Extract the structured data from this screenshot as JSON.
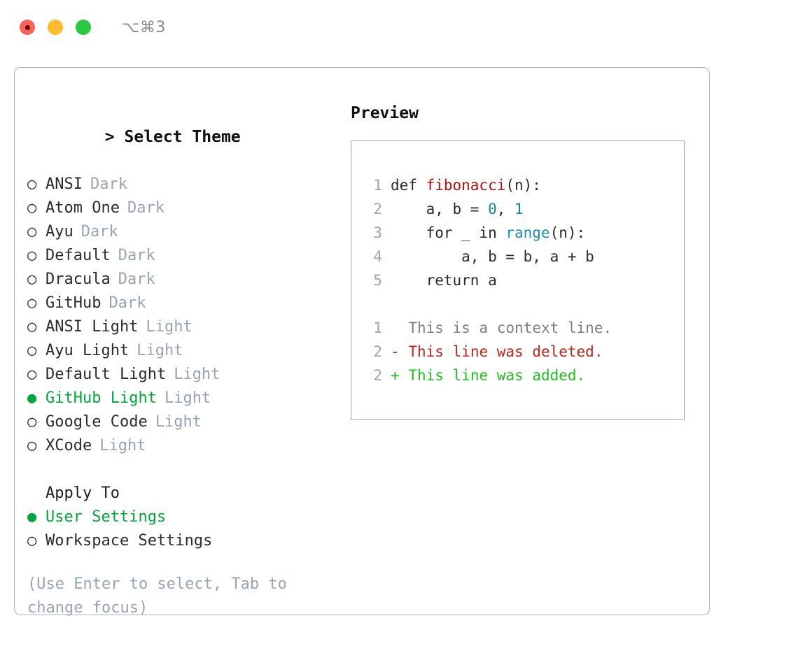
{
  "titlebar": {
    "shortcut": "⌥⌘3",
    "buttons": [
      {
        "name": "close",
        "color": "#ff6058"
      },
      {
        "name": "minimize",
        "color": "#ffbd2e"
      },
      {
        "name": "zoom",
        "color": "#28c840"
      }
    ]
  },
  "theme_picker": {
    "prompt_marker": ">",
    "title": "Select Theme",
    "unselected_marker": "○",
    "selected_marker": "●",
    "items": [
      {
        "marker": "○",
        "label": "ANSI",
        "kind": "Dark",
        "selected": false
      },
      {
        "marker": "○",
        "label": "Atom One",
        "kind": "Dark",
        "selected": false
      },
      {
        "marker": "○",
        "label": "Ayu",
        "kind": "Dark",
        "selected": false
      },
      {
        "marker": "○",
        "label": "Default",
        "kind": "Dark",
        "selected": false
      },
      {
        "marker": "○",
        "label": "Dracula",
        "kind": "Dark",
        "selected": false
      },
      {
        "marker": "○",
        "label": "GitHub",
        "kind": "Dark",
        "selected": false
      },
      {
        "marker": "○",
        "label": "ANSI Light",
        "kind": "Light",
        "selected": false
      },
      {
        "marker": "○",
        "label": "Ayu Light",
        "kind": "Light",
        "selected": false
      },
      {
        "marker": "○",
        "label": "Default Light",
        "kind": "Light",
        "selected": false
      },
      {
        "marker": "●",
        "label": "GitHub Light",
        "kind": "Light",
        "selected": true
      },
      {
        "marker": "○",
        "label": "Google Code",
        "kind": "Light",
        "selected": false
      },
      {
        "marker": "○",
        "label": "XCode",
        "kind": "Light",
        "selected": false
      }
    ]
  },
  "apply_to": {
    "title": "Apply To",
    "items": [
      {
        "marker": "●",
        "label": "User Settings",
        "selected": true
      },
      {
        "marker": "○",
        "label": "Workspace Settings",
        "selected": false
      }
    ]
  },
  "hint": "(Use Enter to select, Tab to change focus)",
  "preview": {
    "title": "Preview",
    "code_lines": [
      {
        "num": "1",
        "segments": [
          {
            "text": "def ",
            "token": "plain"
          },
          {
            "text": "fibonacci",
            "token": "function"
          },
          {
            "text": "(n):",
            "token": "plain"
          }
        ]
      },
      {
        "num": "2",
        "segments": [
          {
            "text": "    a, b = ",
            "token": "plain"
          },
          {
            "text": "0",
            "token": "number"
          },
          {
            "text": ", ",
            "token": "plain"
          },
          {
            "text": "1",
            "token": "number"
          }
        ]
      },
      {
        "num": "3",
        "segments": [
          {
            "text": "    for _ in ",
            "token": "plain"
          },
          {
            "text": "range",
            "token": "call"
          },
          {
            "text": "(n):",
            "token": "plain"
          }
        ]
      },
      {
        "num": "4",
        "segments": [
          {
            "text": "        a, b = b, a + b",
            "token": "plain"
          }
        ]
      },
      {
        "num": "5",
        "segments": [
          {
            "text": "    return a",
            "token": "plain"
          }
        ]
      }
    ],
    "diff_lines": [
      {
        "num": "1",
        "sign": " ",
        "text": "This is a context line.",
        "kind": "context"
      },
      {
        "num": "2",
        "sign": "-",
        "text": "This line was deleted.",
        "kind": "deleted"
      },
      {
        "num": "2",
        "sign": "+",
        "text": "This line was added.",
        "kind": "added"
      }
    ]
  },
  "colors": {
    "accent_green": "#04a63c",
    "muted": "#9aa3b5",
    "border": "#aab4c0",
    "preview_border": "#9aa5b1",
    "token_function": "#b01010",
    "token_number": "#108a8a",
    "token_call": "#1a8cb8",
    "diff_deleted": "#c0241c",
    "diff_added": "#1ec01e",
    "diff_context": "#808080"
  }
}
